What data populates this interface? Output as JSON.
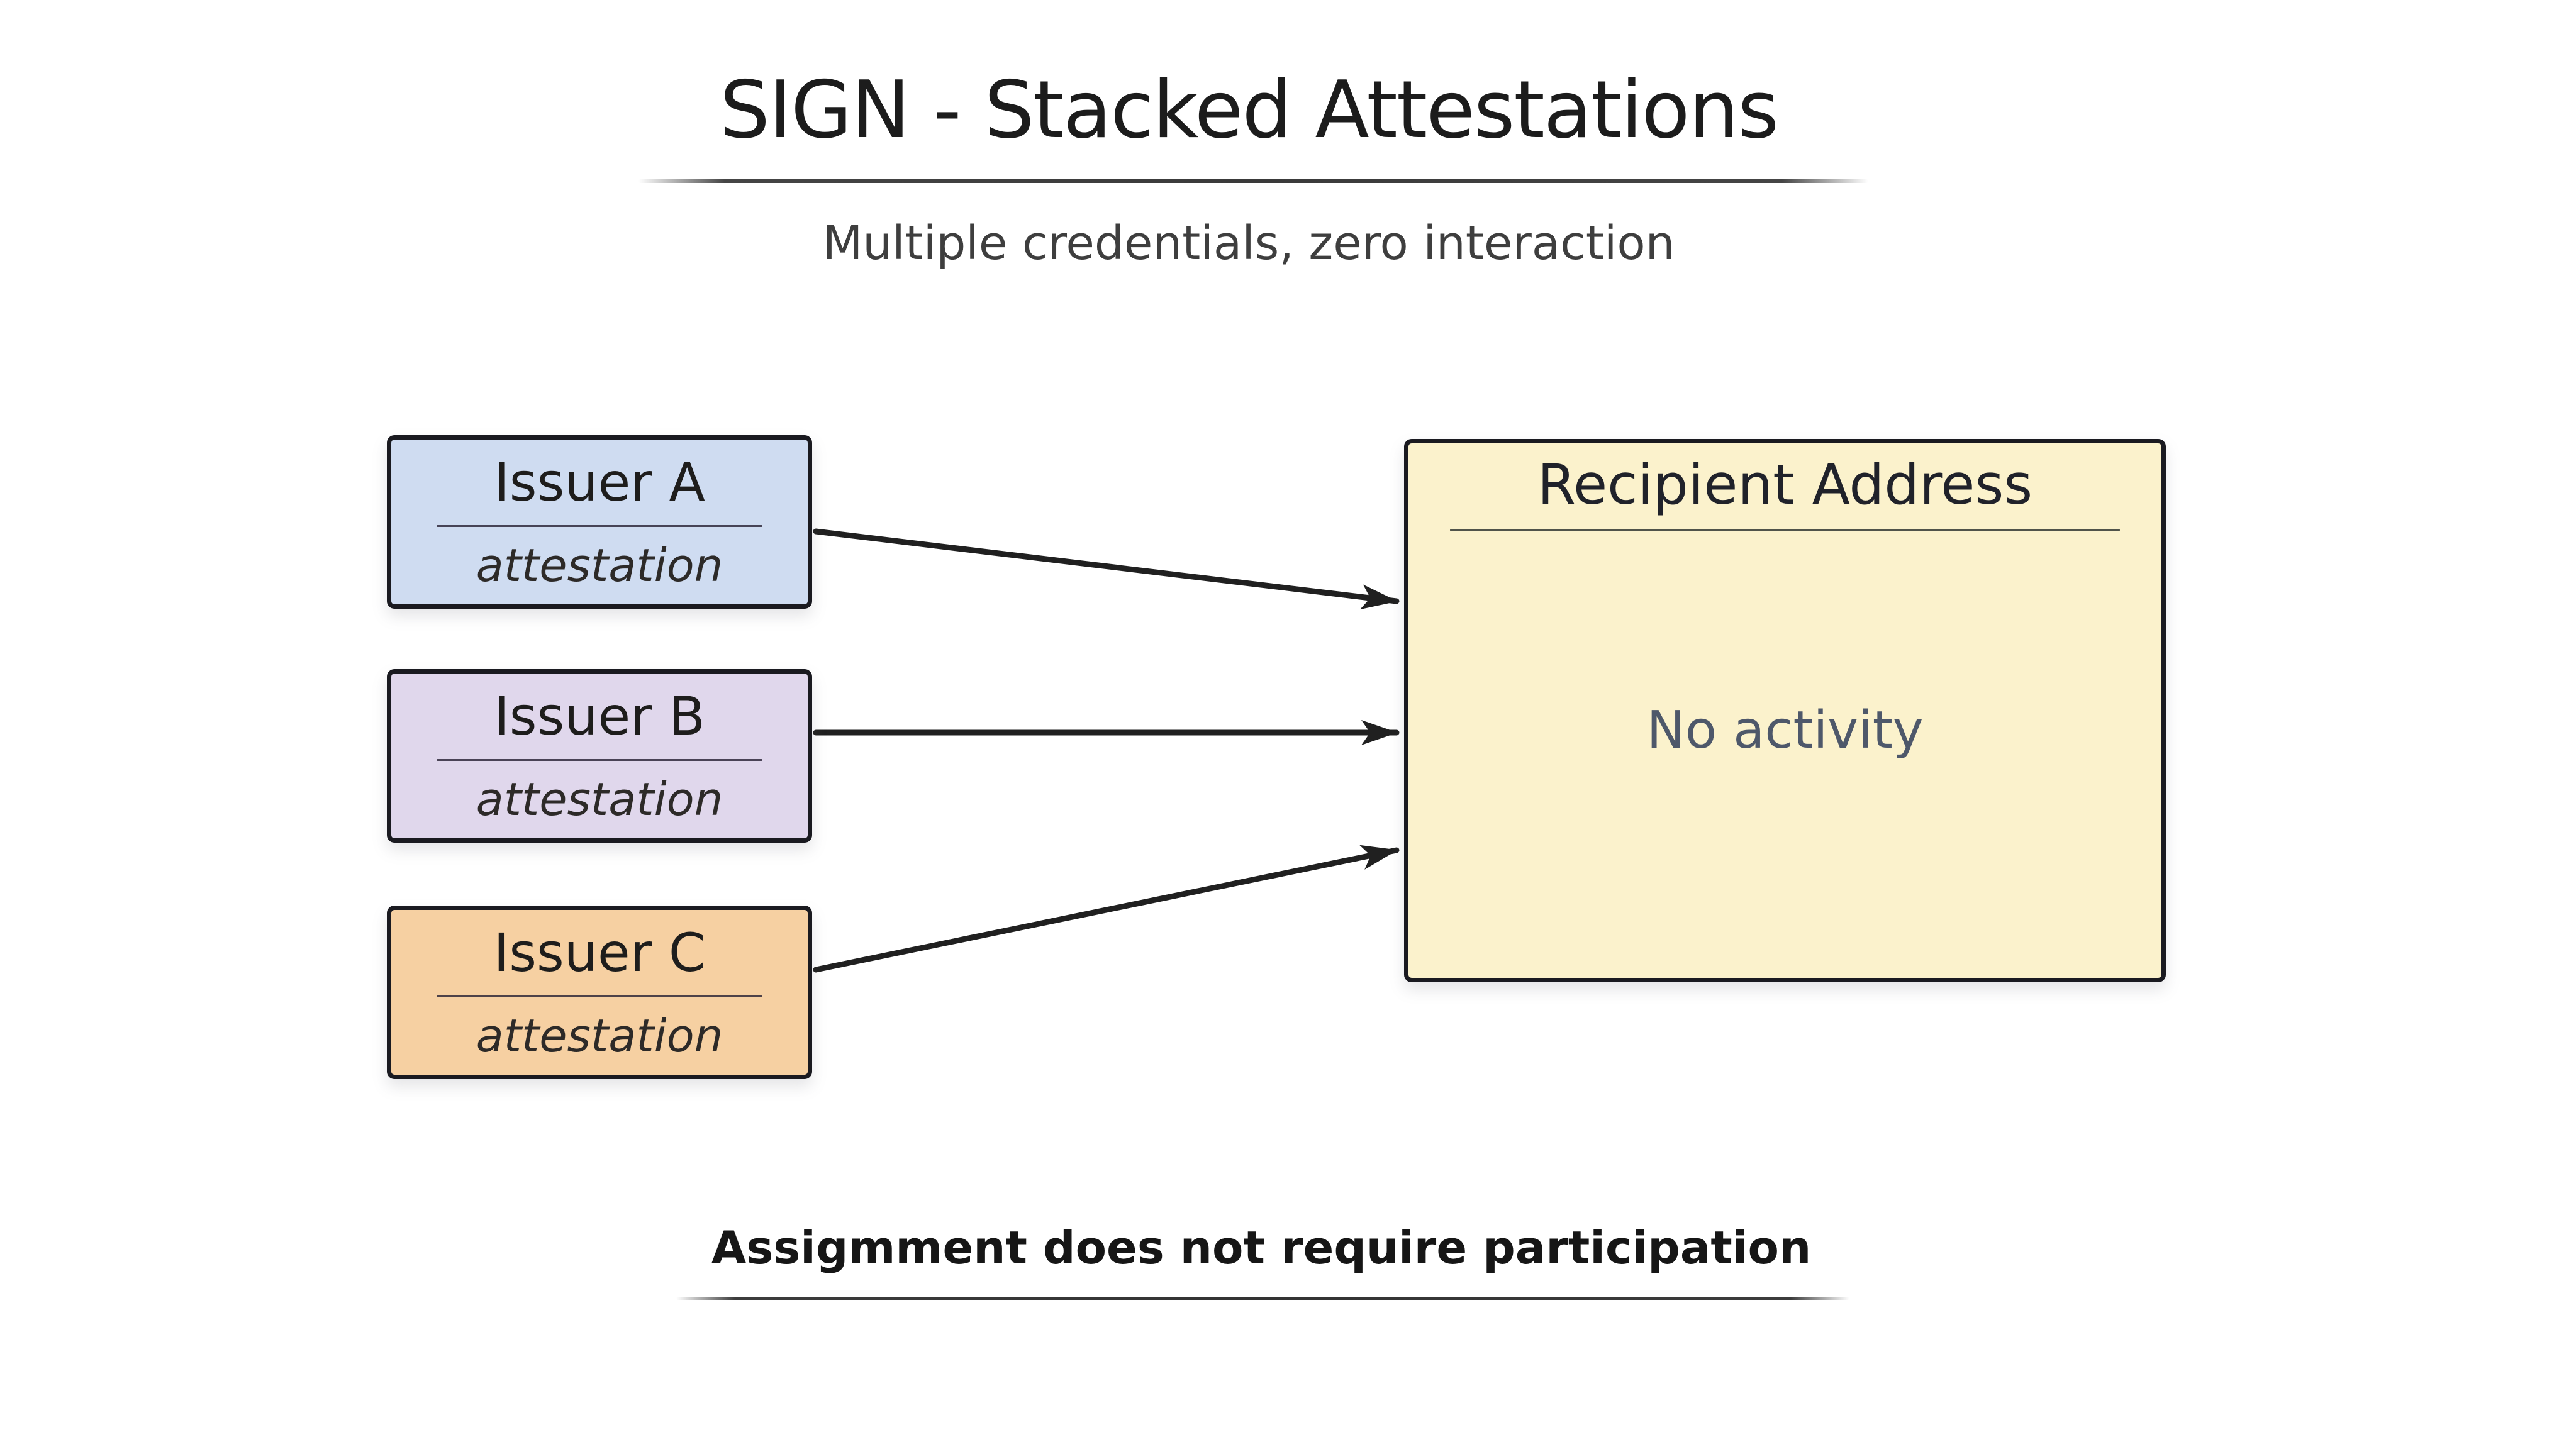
{
  "header": {
    "title": "SIGN - Stacked Attestations",
    "subtitle": "Multiple credentials, zero interaction"
  },
  "issuers": [
    {
      "id": "issuer-a",
      "label": "Issuer A",
      "sublabel": "attestation",
      "fill": "#cfdcf1"
    },
    {
      "id": "issuer-b",
      "label": "Issuer B",
      "sublabel": "attestation",
      "fill": "#e0d7ec"
    },
    {
      "id": "issuer-c",
      "label": "Issuer C",
      "sublabel": "attestation",
      "fill": "#f6d0a2"
    }
  ],
  "recipient": {
    "label": "Recipient Address",
    "status": "No activity",
    "fill": "#fbf2cc"
  },
  "caption": "Assigmment does not require participation",
  "colors": {
    "background": "#ffffff",
    "node_border": "#1a1a20",
    "arrow": "#202020",
    "title_text": "#1c1c1c",
    "subtitle_text": "#3e3e3e",
    "status_text": "#4e586a"
  }
}
